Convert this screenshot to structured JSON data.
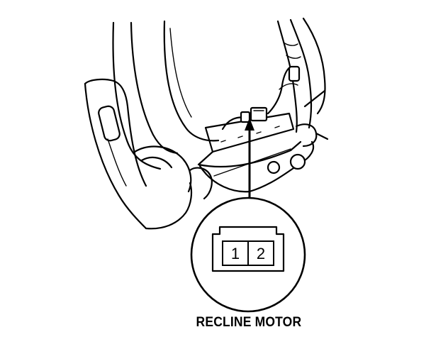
{
  "connector": {
    "pins": [
      "1",
      "2"
    ]
  },
  "caption": {
    "label": "RECLINE MOTOR"
  }
}
